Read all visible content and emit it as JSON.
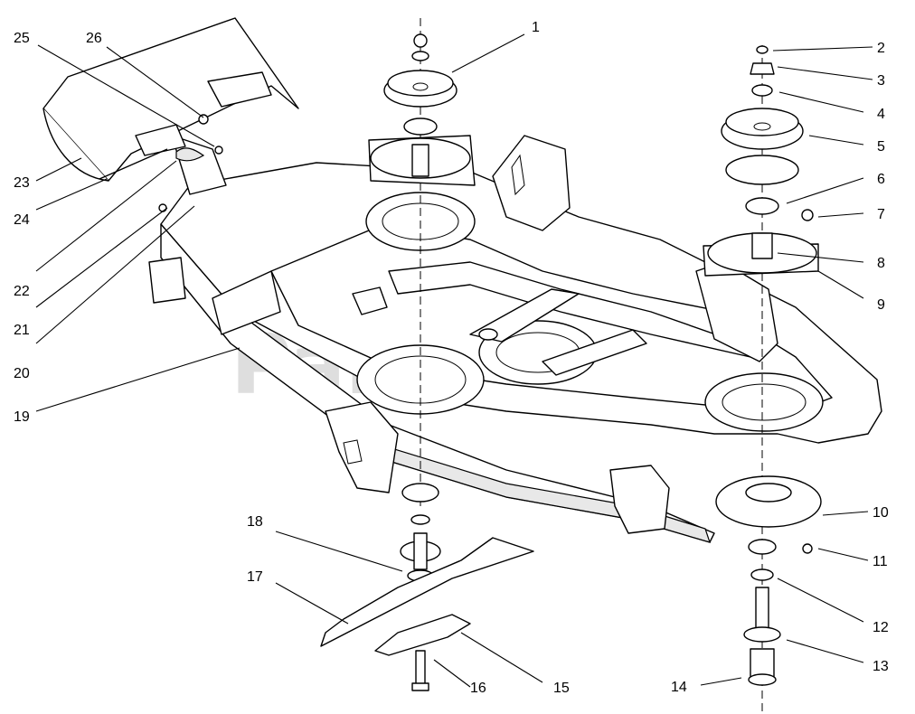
{
  "watermark": "PartsTree",
  "callouts": [
    {
      "id": "1",
      "label": "1"
    },
    {
      "id": "2",
      "label": "2"
    },
    {
      "id": "3",
      "label": "3"
    },
    {
      "id": "4",
      "label": "4"
    },
    {
      "id": "5",
      "label": "5"
    },
    {
      "id": "6",
      "label": "6"
    },
    {
      "id": "7",
      "label": "7"
    },
    {
      "id": "8",
      "label": "8"
    },
    {
      "id": "9",
      "label": "9"
    },
    {
      "id": "10",
      "label": "10"
    },
    {
      "id": "11",
      "label": "11"
    },
    {
      "id": "12",
      "label": "12"
    },
    {
      "id": "13",
      "label": "13"
    },
    {
      "id": "14",
      "label": "14"
    },
    {
      "id": "15",
      "label": "15"
    },
    {
      "id": "16",
      "label": "16"
    },
    {
      "id": "17",
      "label": "17"
    },
    {
      "id": "18",
      "label": "18"
    },
    {
      "id": "19",
      "label": "19"
    },
    {
      "id": "20",
      "label": "20"
    },
    {
      "id": "21",
      "label": "21"
    },
    {
      "id": "22",
      "label": "22"
    },
    {
      "id": "23",
      "label": "23"
    },
    {
      "id": "24",
      "label": "24"
    },
    {
      "id": "25",
      "label": "25"
    },
    {
      "id": "26",
      "label": "26"
    }
  ]
}
